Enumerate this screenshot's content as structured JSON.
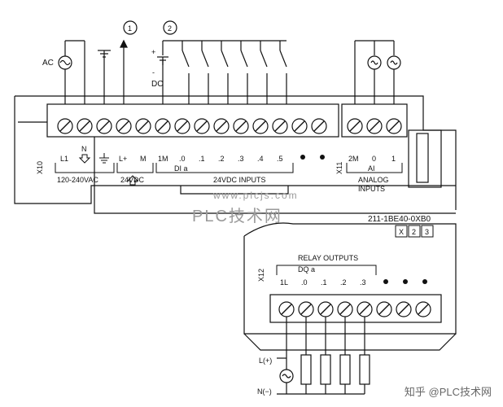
{
  "top_labels": {
    "ac": "AC",
    "circle_1": "1",
    "circle_2": "2",
    "dc": "DC",
    "dc_plus": "+",
    "dc_minus": "-"
  },
  "x10": {
    "connector_id": "X10",
    "terminals": [
      "L1",
      "N",
      "",
      "L+",
      "M",
      "1M",
      ".0",
      ".1",
      ".2",
      ".3",
      ".4",
      ".5"
    ],
    "group_power_ac": "120-240VAC",
    "group_power_dc": "24VDC",
    "group_di_header": "DI a",
    "group_di": "24VDC INPUTS"
  },
  "x11": {
    "connector_id": "X11",
    "terminals": [
      "2M",
      "0",
      "1"
    ],
    "header": "AI",
    "group": "ANALOG INPUTS"
  },
  "x12": {
    "connector_id": "X12",
    "header": "RELAY OUTPUTS",
    "sub_header": "DQ a",
    "terminals": [
      "1L",
      ".0",
      ".1",
      ".2",
      ".3"
    ]
  },
  "part_number": "211-1BE40-0XB0",
  "version_boxes": [
    "X",
    "2",
    "3"
  ],
  "load_labels": {
    "l_plus": "L(+)",
    "n_minus": "N(−)"
  },
  "watermark": {
    "url": "www.plcjs.com",
    "brand": "PLC技术网"
  },
  "footer": "知乎 @PLC技术网"
}
